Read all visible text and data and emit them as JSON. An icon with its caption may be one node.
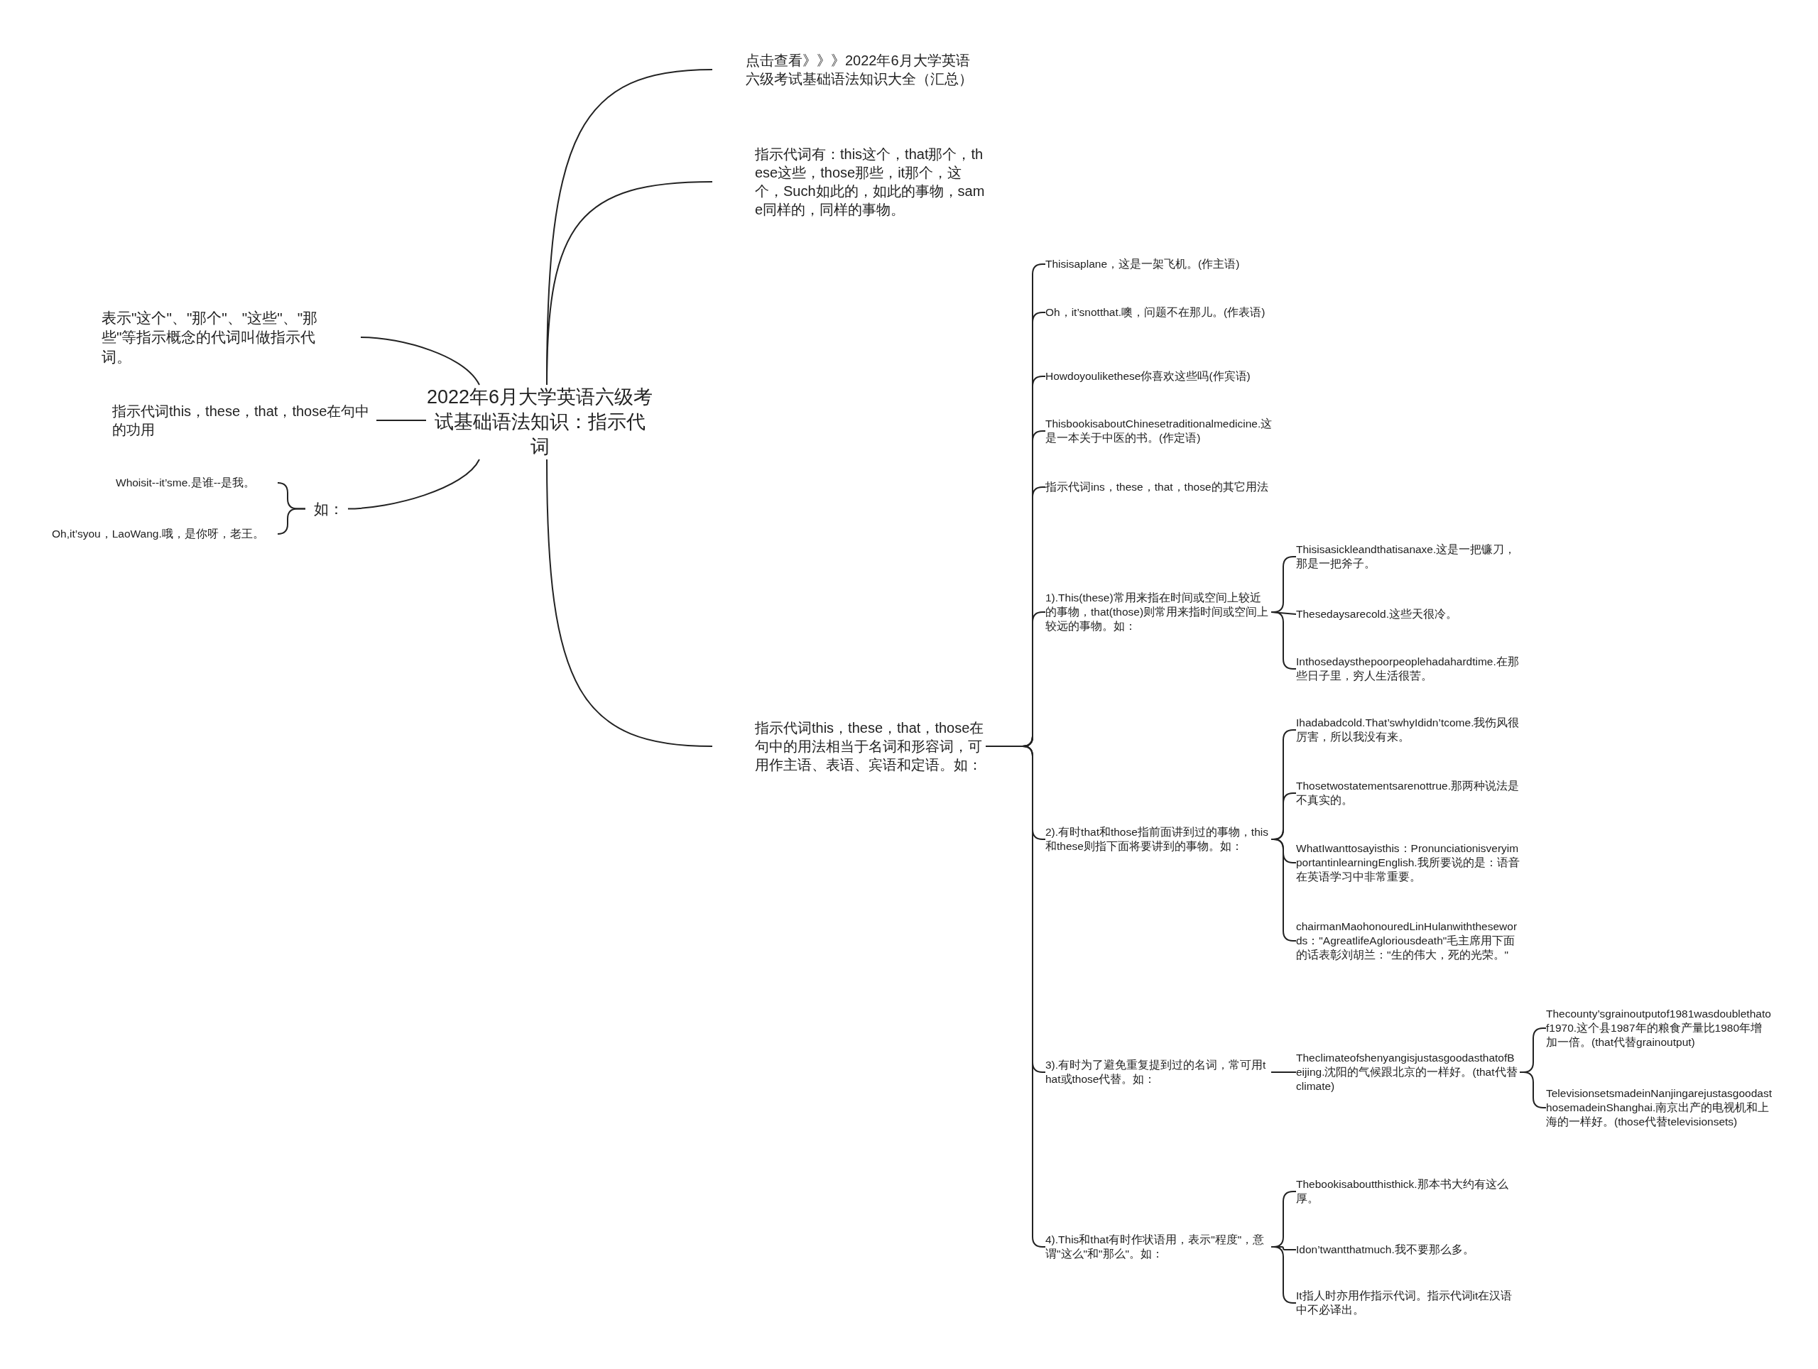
{
  "diagram": {
    "nodes": [
      {
        "text": [
          "2022年6月大学英语六级考试基础语法知识：指示代词"
        ]
      },
      {
        "text": [
          "表示\"这个\"、\"那个\"、\"这些\"、\"那些\"等指示概念的代词叫做指示代词。"
        ]
      },
      {
        "text": [
          "指示代词this，these，that，those在句中的功用"
        ]
      },
      {
        "text": [
          "如："
        ]
      },
      {
        "text": [
          "Whoisit--it’sme.是谁--是我。"
        ]
      },
      {
        "text": [
          "Oh,it’syou，LaoWang.哦，是你呀，老王。"
        ]
      },
      {
        "text": [
          "点击查看》》》2022年6月大学英语六级考试基础语法知识大全（汇总）"
        ]
      },
      {
        "text": [
          "指示代词有：this这个，that那个，these这些，those那些，it那个，这个，Such如此的，如此的事物，same同样的，同样的事物。"
        ]
      },
      {
        "text": [
          "指示代词this，these，that，those在句中的用法相当于名词和形容词，可用作主语、表语、宾语和定语。如："
        ]
      },
      {
        "text": [
          "Thisisaplane，这是一架飞机。(作主语)"
        ]
      },
      {
        "text": [
          "Oh，it’snotthat.噢，问题不在那儿。(作表语)"
        ]
      },
      {
        "text": [
          "Howdoyoulikethese你喜欢这些吗(作宾语)"
        ]
      },
      {
        "text": [
          "ThisbookisaboutChinesetraditionalmedicine.这是一本关于中医的书。(作定语)"
        ]
      },
      {
        "text": [
          "指示代词ins，these，that，those的其它用法"
        ]
      },
      {
        "text": [
          "1).This(these)常用来指在时间或空间上较近的事物，that(those)则常用来指时间或空间上较远的事物。如："
        ]
      },
      {
        "text": [
          "Thisisasickleandthatisanaxe.这是一把镰刀，那是一把斧子。"
        ]
      },
      {
        "text": [
          "Thesedaysarecold.这些天很冷。"
        ]
      },
      {
        "text": [
          "Inthosedaysthepoorpeoplehadahardtime.在那些日子里，穷人生活很苦。"
        ]
      },
      {
        "text": [
          "2).有时that和those指前面讲到过的事物，this和these则指下面将要讲到的事物。如："
        ]
      },
      {
        "text": [
          "Ihadabadcold.That’swhyIdidn’tcome.我伤风很厉害，所以我没有来。"
        ]
      },
      {
        "text": [
          "Thosetwostatementsarenottrue.那两种说法是不真实的。"
        ]
      },
      {
        "text": [
          "WhatIwanttosayisthis：PronunciationisveryimportantinlearningEnglish.我所要说的是：语音在英语学习中非常重要。"
        ]
      },
      {
        "text": [
          "chairmanMaohonouredLinHulanwiththesewords：\"AgreatlifeAgloriousdeath\"毛主席用下面的话表彰刘胡兰：\"生的伟大，死的光荣。\""
        ]
      },
      {
        "text": [
          "3).有时为了避免重复提到过的名词，常可用that或those代替。如："
        ]
      },
      {
        "text": [
          "TheclimateofshenyangisjustasgoodasthatofBeijing.沈阳的气候跟北京的一样好。(that代替climate)"
        ]
      },
      {
        "text": [
          "Thecounty’sgrainoutputof1981wasdoublethatof1970.这个县1987年的粮食产量比1980年增加一倍。(that代替grainoutput)"
        ]
      },
      {
        "text": [
          "TelevisionsetsmadeinNanjingarejustasgoodasthosemadeinShanghai.南京出产的电视机和上海的一样好。(those代替televisionsets)"
        ]
      },
      {
        "text": [
          "4).This和that有时作状语用，表示\"程度\"，意谓\"这么\"和\"那么\"。如："
        ]
      },
      {
        "text": [
          "Thebookisaboutthisthick.那本书大约有这么厚。"
        ]
      },
      {
        "text": [
          "Idon’twantthatmuch.我不要那么多。"
        ]
      },
      {
        "text": [
          "It指人时亦用作指示代词。指示代词it在汉语中不必译出。"
        ]
      }
    ],
    "edges": [
      {
        "from": 0,
        "to": 1,
        "arrow": "none"
      },
      {
        "from": 0,
        "to": 2,
        "arrow": "none"
      },
      {
        "from": 0,
        "to": 3,
        "arrow": "none"
      },
      {
        "from": 3,
        "to": 4,
        "arrow": "none"
      },
      {
        "from": 3,
        "to": 5,
        "arrow": "none"
      },
      {
        "from": 0,
        "to": 6,
        "arrow": "none"
      },
      {
        "from": 0,
        "to": 7,
        "arrow": "none"
      },
      {
        "from": 0,
        "to": 8,
        "arrow": "none"
      },
      {
        "from": 8,
        "to": 9,
        "arrow": "none"
      },
      {
        "from": 8,
        "to": 10,
        "arrow": "none"
      },
      {
        "from": 8,
        "to": 11,
        "arrow": "none"
      },
      {
        "from": 8,
        "to": 12,
        "arrow": "none"
      },
      {
        "from": 8,
        "to": 13,
        "arrow": "none"
      },
      {
        "from": 8,
        "to": 14,
        "arrow": "none"
      },
      {
        "from": 14,
        "to": 15,
        "arrow": "none"
      },
      {
        "from": 14,
        "to": 16,
        "arrow": "none"
      },
      {
        "from": 14,
        "to": 17,
        "arrow": "none"
      },
      {
        "from": 8,
        "to": 18,
        "arrow": "none"
      },
      {
        "from": 18,
        "to": 19,
        "arrow": "none"
      },
      {
        "from": 18,
        "to": 20,
        "arrow": "none"
      },
      {
        "from": 18,
        "to": 21,
        "arrow": "none"
      },
      {
        "from": 18,
        "to": 22,
        "arrow": "none"
      },
      {
        "from": 8,
        "to": 23,
        "arrow": "none"
      },
      {
        "from": 23,
        "to": 24,
        "arrow": "none"
      },
      {
        "from": 24,
        "to": 25,
        "arrow": "none"
      },
      {
        "from": 24,
        "to": 26,
        "arrow": "none"
      },
      {
        "from": 8,
        "to": 27,
        "arrow": "none"
      },
      {
        "from": 27,
        "to": 28,
        "arrow": "none"
      },
      {
        "from": 27,
        "to": 29,
        "arrow": "none"
      },
      {
        "from": 27,
        "to": 30,
        "arrow": "none"
      }
    ]
  }
}
